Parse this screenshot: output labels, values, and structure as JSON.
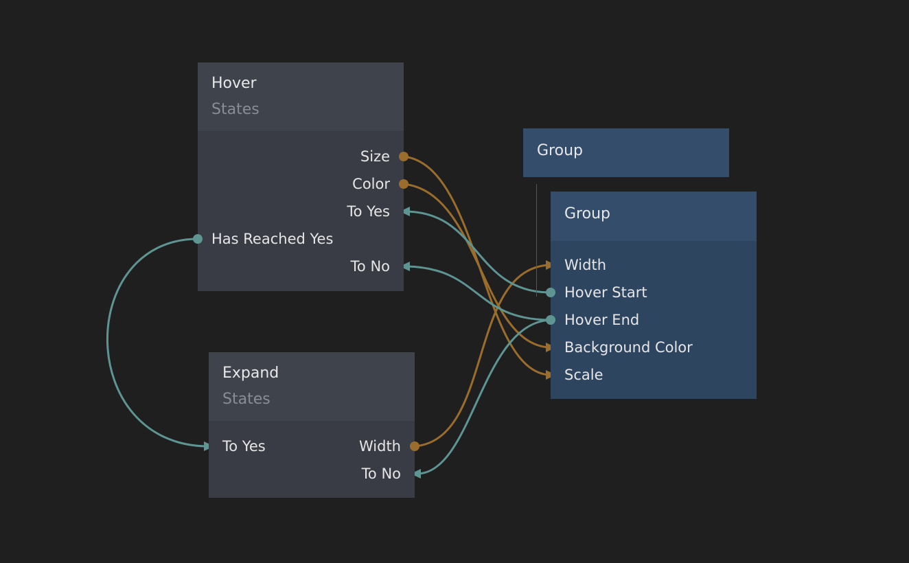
{
  "colors": {
    "background": "#1f1f1f",
    "node_gray": "#3f434c",
    "node_blue": "#344d6b",
    "signal_wire": "#5e9593",
    "value_wire": "#9a6d2c"
  },
  "nodes": {
    "hover": {
      "title": "Hover",
      "subtitle": "States",
      "ports": {
        "size": "Size",
        "color": "Color",
        "to_yes": "To Yes",
        "has_reached_yes": "Has Reached Yes",
        "to_no": "To No"
      }
    },
    "expand": {
      "title": "Expand",
      "subtitle": "States",
      "ports": {
        "to_yes": "To Yes",
        "width": "Width",
        "to_no": "To No"
      }
    },
    "group_parent": {
      "title": "Group"
    },
    "group_child": {
      "title": "Group",
      "ports": {
        "width": "Width",
        "hover_start": "Hover Start",
        "hover_end": "Hover End",
        "background_color": "Background Color",
        "scale": "Scale"
      }
    }
  },
  "connections": [
    {
      "from": "Hover.Size",
      "to": "Group.Scale",
      "kind": "value"
    },
    {
      "from": "Hover.Color",
      "to": "Group.Background Color",
      "kind": "value"
    },
    {
      "from": "Group.Hover Start",
      "to": "Hover.To Yes",
      "kind": "signal"
    },
    {
      "from": "Group.Hover End",
      "to": "Hover.To No",
      "kind": "signal"
    },
    {
      "from": "Hover.Has Reached Yes",
      "to": "Expand.To Yes",
      "kind": "signal"
    },
    {
      "from": "Expand.Width",
      "to": "Group.Width",
      "kind": "value"
    },
    {
      "from": "Group.Hover End",
      "to": "Expand.To No",
      "kind": "signal"
    }
  ]
}
